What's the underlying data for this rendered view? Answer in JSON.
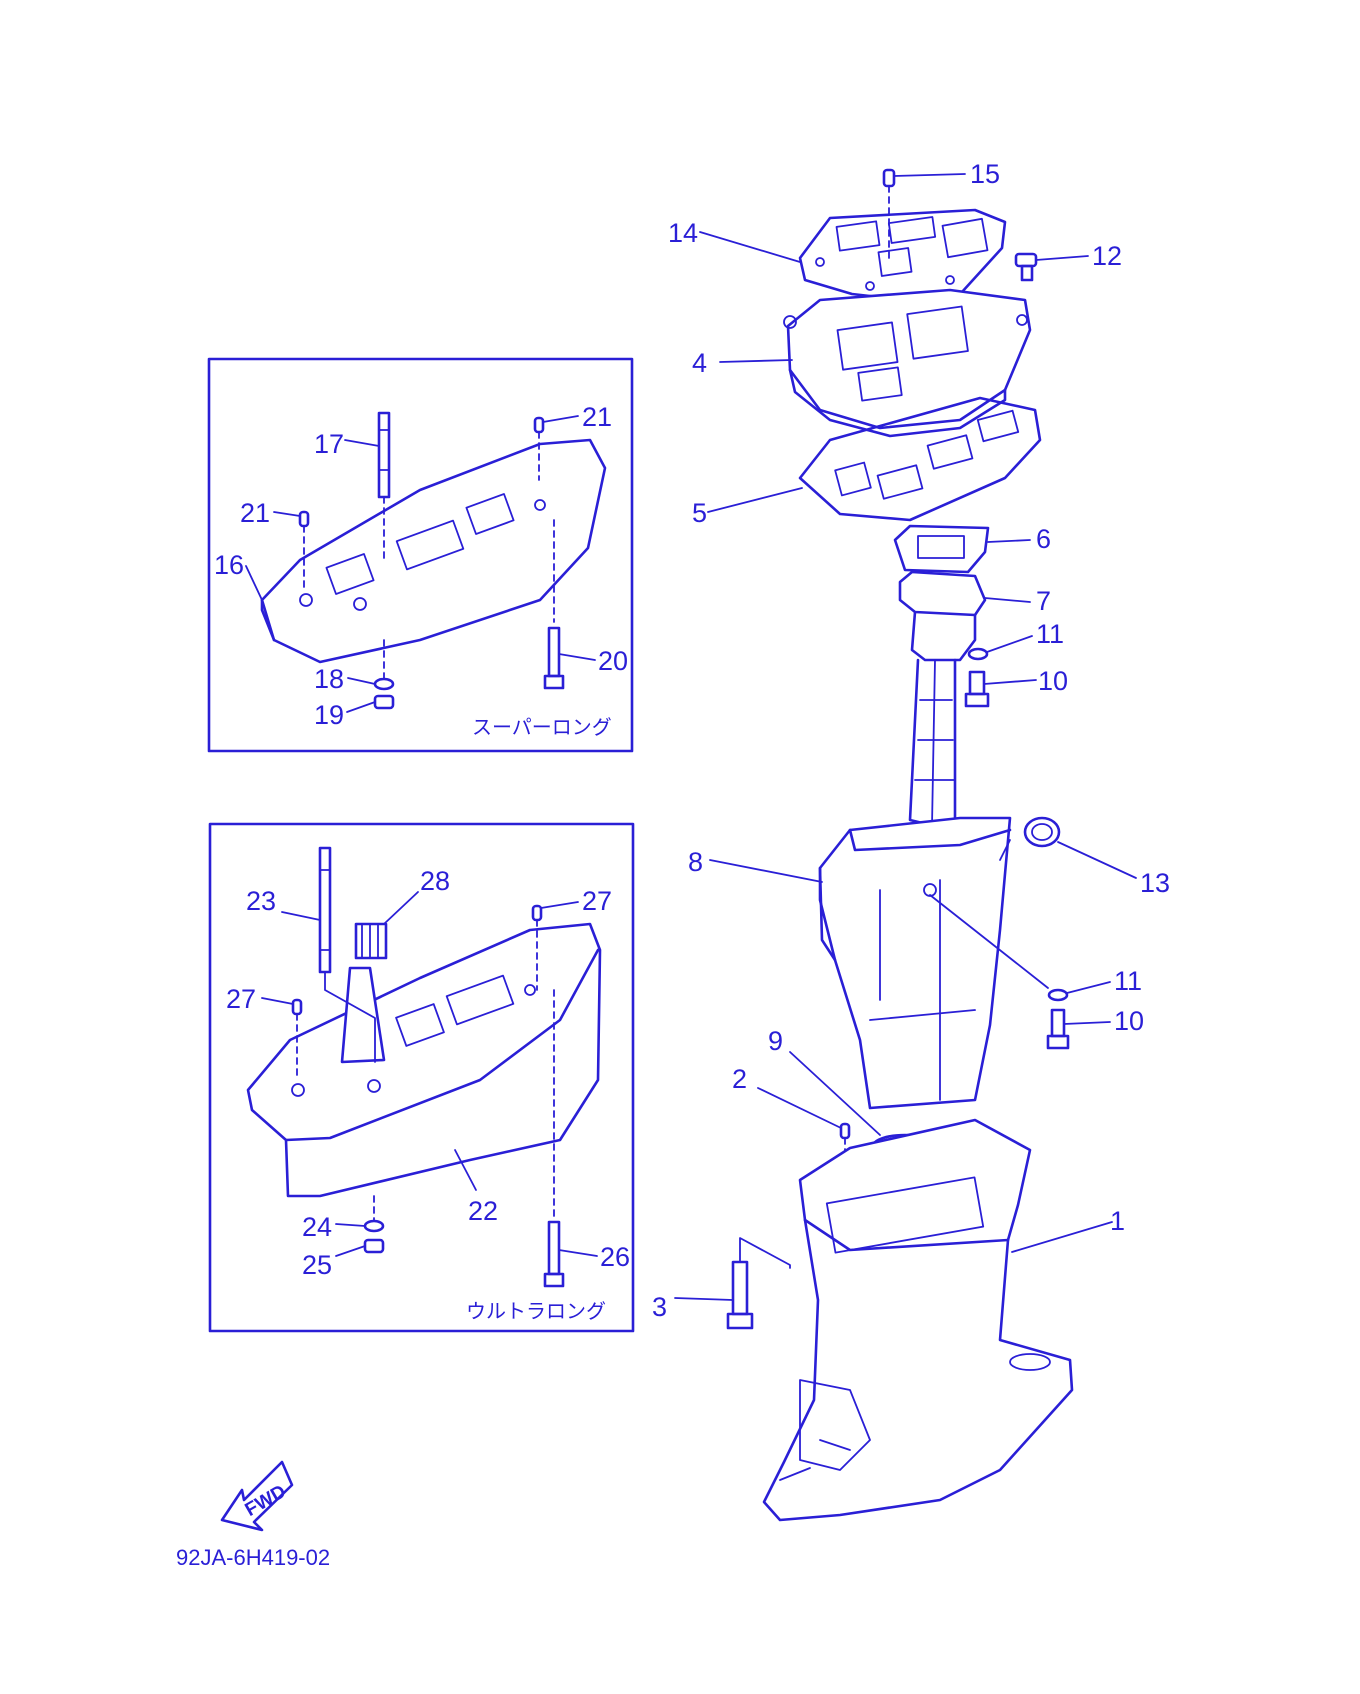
{
  "diagram": {
    "drawing_number": "92JA-6H419-02",
    "direction_label": "FWD",
    "ink_color": "#2a1fd6",
    "insets": {
      "super_long": {
        "caption": "スーパーロング"
      },
      "ultra_long": {
        "caption": "ウルトラロング"
      }
    },
    "callouts": {
      "c1": "1",
      "c2": "2",
      "c3": "3",
      "c4": "4",
      "c5": "5",
      "c6": "6",
      "c7": "7",
      "c8": "8",
      "c9": "9",
      "c10a": "10",
      "c10b": "10",
      "c11a": "11",
      "c11b": "11",
      "c12": "12",
      "c13": "13",
      "c14": "14",
      "c15": "15",
      "c16": "16",
      "c17": "17",
      "c18": "18",
      "c19": "19",
      "c20": "20",
      "c21a": "21",
      "c21b": "21",
      "c22": "22",
      "c23": "23",
      "c24": "24",
      "c25": "25",
      "c26": "26",
      "c27a": "27",
      "c27b": "27",
      "c28": "28"
    }
  }
}
